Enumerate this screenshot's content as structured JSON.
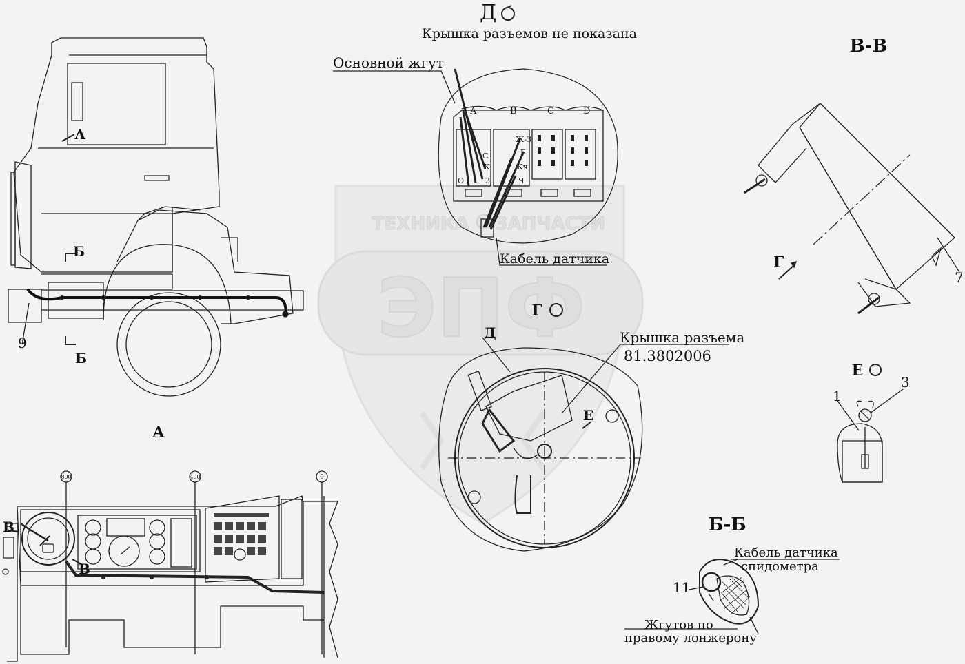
{
  "watermark": {
    "brand_main": "ЭПФ",
    "brand_left": "ТЕХНИКА",
    "brand_right": "ЗАПЧАСТИ"
  },
  "views": {
    "d": {
      "title": "Д",
      "note": "Крышка разъемов не показана"
    },
    "vv": {
      "title": "В-В"
    },
    "a": {
      "title": "А"
    },
    "bb": {
      "title": "Б-Б"
    },
    "e": {
      "title": "Е"
    },
    "g": {
      "title": "Г"
    }
  },
  "callouts": {
    "main_harness": "Основной жгут",
    "sensor_cable": "Кабель датчика",
    "connector_cover_line1": "Крышка разъема",
    "connector_cover_line2": "81.3802006",
    "speedo_cable_line1": "Кабель датчика",
    "speedo_cable_line2": "спидометра",
    "harness_line1": "Жгутов по",
    "harness_line2": "правому лонжерону"
  },
  "connector_letters": [
    "A",
    "B",
    "C",
    "D"
  ],
  "pin_labels": {
    "p1": "С",
    "p2": "К",
    "p3": "О",
    "p4": "З",
    "p5": "Ж-З",
    "p6": "Г",
    "p7": "Кч",
    "p8": "Ч"
  },
  "section_marks": {
    "a": "А",
    "b_top": "Б",
    "b_bottom": "Б",
    "v_left": "В",
    "v_right": "В",
    "d_arrow": "Д",
    "e_arrow": "Е",
    "g_arrow": "Г"
  },
  "part_numbers": {
    "p9": "9",
    "p7": "7",
    "p1": "1",
    "p3": "3",
    "p11": "11"
  },
  "scale_marks": [
    "800",
    "400",
    "0"
  ]
}
